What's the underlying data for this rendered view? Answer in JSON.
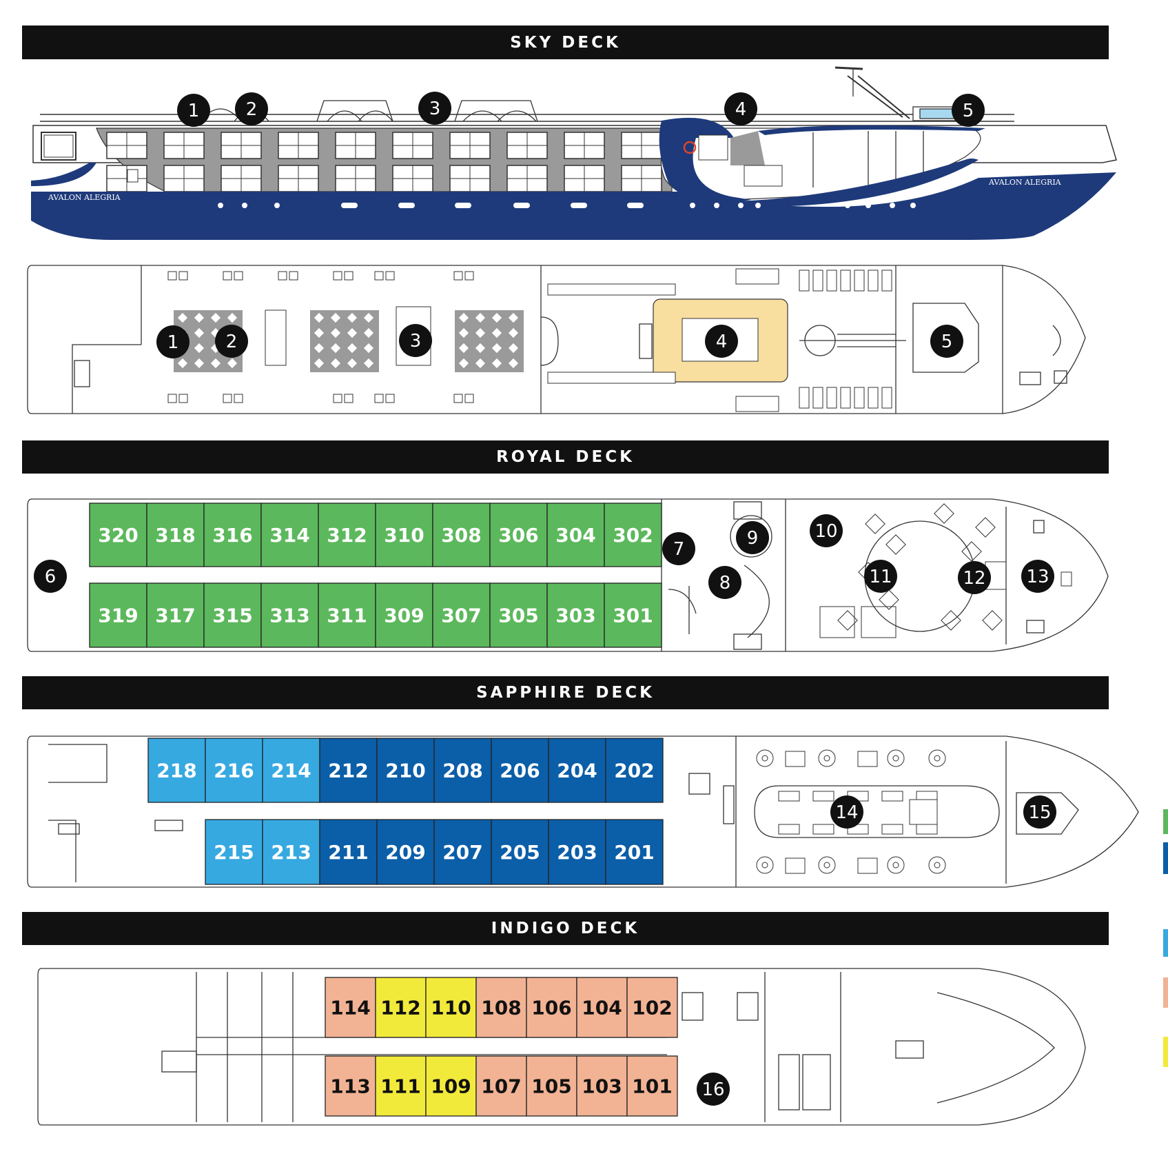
{
  "decks": {
    "sky": "SKY DECK",
    "royal": "ROYAL DECK",
    "sapphire": "SAPPHIRE DECK",
    "indigo": "INDIGO DECK"
  },
  "ship_name": "AVALON ALEGRIA",
  "colors": {
    "hull": "#1e3a7b",
    "royal_cabin": "#5cb85c",
    "sapphire_light": "#36a9e1",
    "sapphire_dark": "#0b5ea8",
    "indigo_salmon": "#f2b394",
    "indigo_yellow": "#f2ea3b",
    "sundeck": "#f8dfa0",
    "grey_area": "#9a9a9a"
  },
  "markers": {
    "m1": "1",
    "m2": "2",
    "m3": "3",
    "m4": "4",
    "m5": "5",
    "m6": "6",
    "m7": "7",
    "m8": "8",
    "m9": "9",
    "m10": "10",
    "m11": "11",
    "m12": "12",
    "m13": "13",
    "m14": "14",
    "m15": "15",
    "m16": "16"
  },
  "royal_cabins": {
    "top": [
      "320",
      "318",
      "316",
      "314",
      "312",
      "310",
      "308",
      "306",
      "304",
      "302"
    ],
    "bottom": [
      "319",
      "317",
      "315",
      "313",
      "311",
      "309",
      "307",
      "305",
      "303",
      "301"
    ]
  },
  "sapphire_cabins": {
    "top": [
      {
        "n": "218",
        "c": "light"
      },
      {
        "n": "216",
        "c": "light"
      },
      {
        "n": "214",
        "c": "light"
      },
      {
        "n": "212",
        "c": "dark"
      },
      {
        "n": "210",
        "c": "dark"
      },
      {
        "n": "208",
        "c": "dark"
      },
      {
        "n": "206",
        "c": "dark"
      },
      {
        "n": "204",
        "c": "dark"
      },
      {
        "n": "202",
        "c": "dark"
      }
    ],
    "bottom": [
      {
        "n": "215",
        "c": "light"
      },
      {
        "n": "213",
        "c": "light"
      },
      {
        "n": "211",
        "c": "dark"
      },
      {
        "n": "209",
        "c": "dark"
      },
      {
        "n": "207",
        "c": "dark"
      },
      {
        "n": "205",
        "c": "dark"
      },
      {
        "n": "203",
        "c": "dark"
      },
      {
        "n": "201",
        "c": "dark"
      }
    ]
  },
  "indigo_cabins": {
    "top": [
      {
        "n": "114",
        "c": "salmon"
      },
      {
        "n": "112",
        "c": "yellow"
      },
      {
        "n": "110",
        "c": "yellow"
      },
      {
        "n": "108",
        "c": "salmon"
      },
      {
        "n": "106",
        "c": "salmon"
      },
      {
        "n": "104",
        "c": "salmon"
      },
      {
        "n": "102",
        "c": "salmon"
      }
    ],
    "bottom": [
      {
        "n": "113",
        "c": "salmon"
      },
      {
        "n": "111",
        "c": "yellow"
      },
      {
        "n": "109",
        "c": "yellow"
      },
      {
        "n": "107",
        "c": "salmon"
      },
      {
        "n": "105",
        "c": "salmon"
      },
      {
        "n": "103",
        "c": "salmon"
      },
      {
        "n": "101",
        "c": "salmon"
      }
    ]
  }
}
